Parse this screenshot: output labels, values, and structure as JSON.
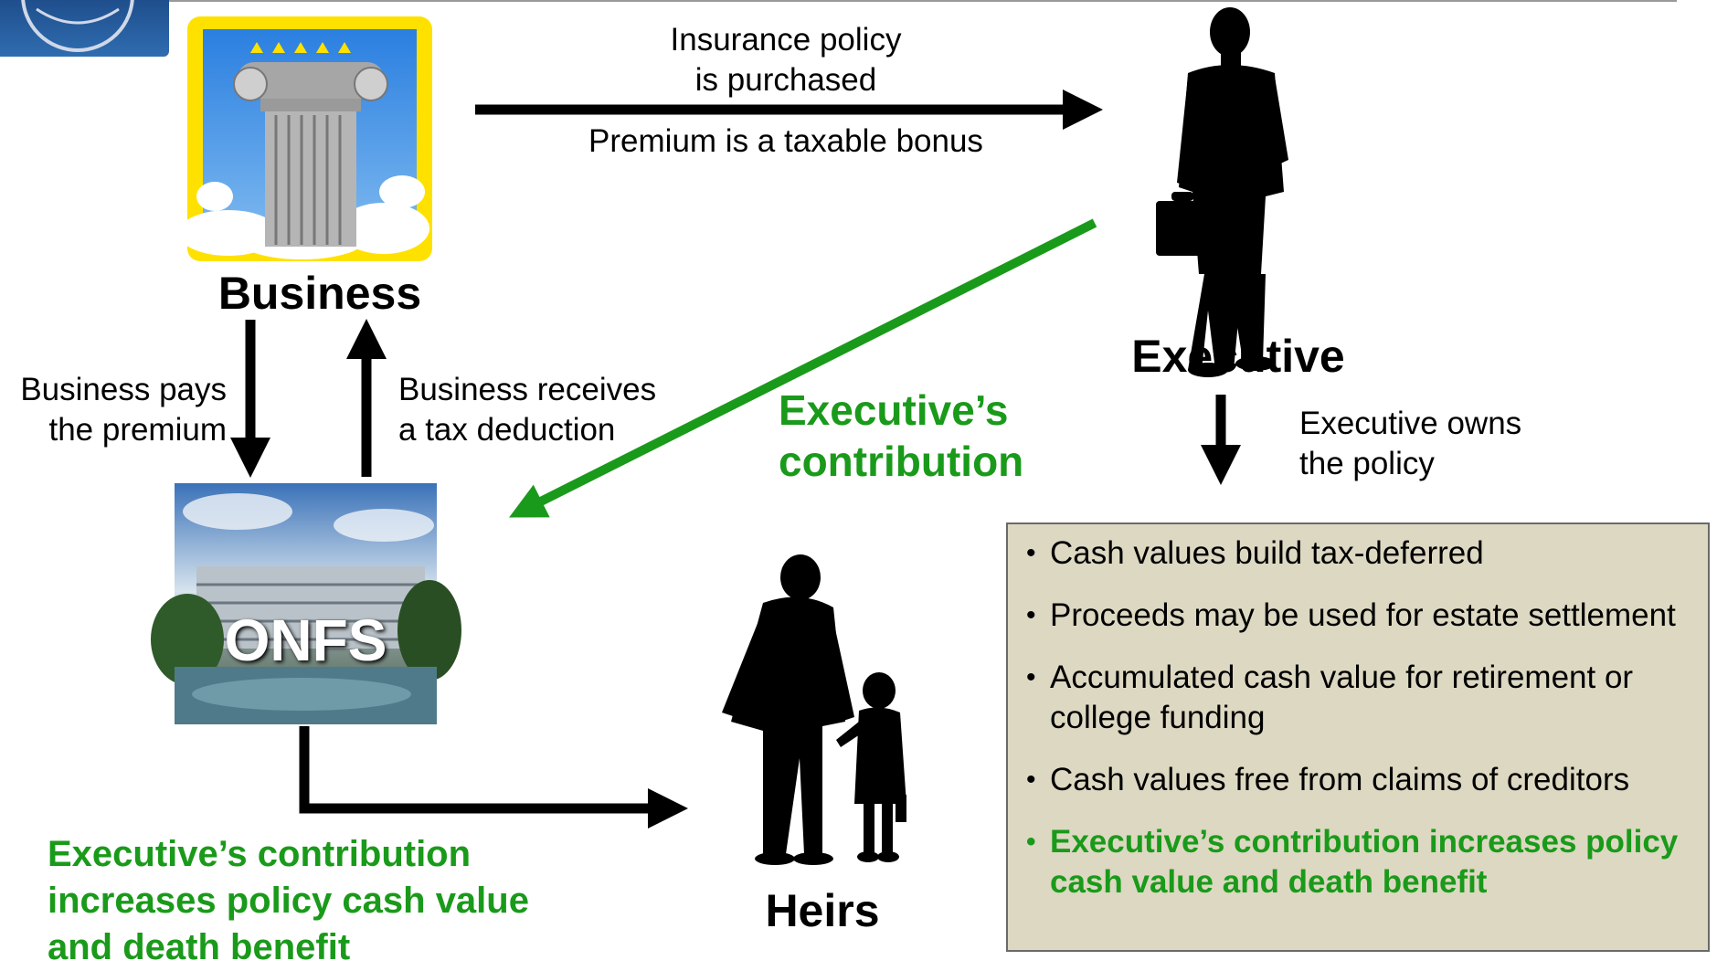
{
  "nodes": {
    "business": "Business",
    "executive": "Executive",
    "onfs": "ONFS",
    "heirs": "Heirs"
  },
  "flows": {
    "policy_purchased": "Insurance policy\nis purchased",
    "premium_bonus": "Premium is a taxable bonus",
    "business_pays": "Business pays\nthe premium",
    "business_receives": "Business receives\na tax deduction",
    "executive_owns": "Executive owns\nthe policy",
    "exec_contribution": "Executive’s\ncontribution",
    "exec_contribution_note": "Executive’s contribution\nincreases policy cash value\nand death benefit"
  },
  "benefits": [
    {
      "text": "Cash values build tax-deferred",
      "highlight": false
    },
    {
      "text": "Proceeds may be used for estate settlement",
      "highlight": false
    },
    {
      "text": "Accumulated cash value for retirement or college funding",
      "highlight": false
    },
    {
      "text": "Cash values free from claims of creditors",
      "highlight": false
    },
    {
      "text": "Executive’s contribution increases policy cash value and death benefit",
      "highlight": true
    }
  ],
  "colors": {
    "accent_green": "#1a9a1a",
    "box_fill": "#ddd8c2",
    "logo_frame": "#ffe100",
    "sky": "#3a8fe6"
  },
  "icons": [
    "logo-icon",
    "column-logo-icon",
    "executive-silhouette-icon",
    "building-photo-icon",
    "heirs-silhouette-icon"
  ]
}
